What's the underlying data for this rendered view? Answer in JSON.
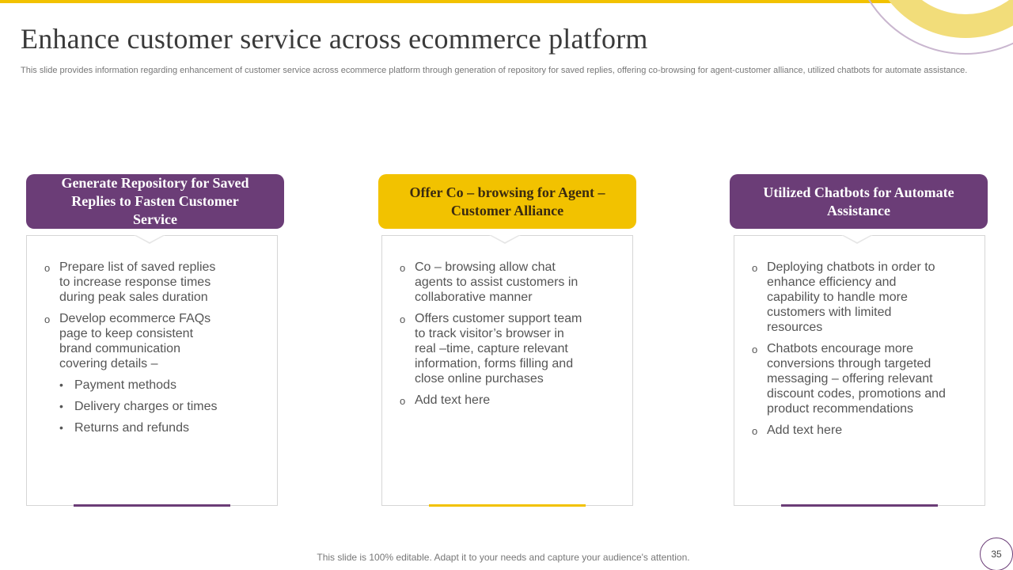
{
  "title": "Enhance customer service across ecommerce platform",
  "subtitle": "This slide provides information regarding enhancement of customer service across ecommerce platform through generation of repository for saved replies, offering co-browsing for agent-customer alliance, utilized chatbots for automate assistance.",
  "colors": {
    "purple": "#6b3d77",
    "yellow": "#f2c200",
    "deco_circle": "#f2dd7a",
    "deco_ring": "#c9b6cf"
  },
  "cards": [
    {
      "heading": "Generate Repository for Saved Replies to Fasten Customer Service",
      "items": [
        "Prepare list of saved replies to increase response times during peak sales duration",
        "Develop ecommerce FAQs page to keep consistent brand communication covering details –"
      ],
      "sub_items": [
        "Payment methods",
        "Delivery charges or times",
        "Returns and refunds"
      ]
    },
    {
      "heading": "Offer Co – browsing for Agent – Customer Alliance",
      "items": [
        "Co – browsing allow chat agents to assist customers in collaborative manner",
        "Offers customer support team to track visitor’s browser in real –time, capture relevant information, forms filling and close online purchases",
        "Add text here"
      ]
    },
    {
      "heading": "Utilized Chatbots for Automate Assistance",
      "items": [
        "Deploying chatbots in order to enhance efficiency and capability to handle more customers with limited resources",
        "Chatbots encourage more conversions through targeted messaging – offering relevant discount codes, promotions and product recommendations",
        "Add text here"
      ]
    }
  ],
  "footer": "This slide is 100% editable. Adapt it to your needs and capture your audience's attention.",
  "page_number": "35"
}
